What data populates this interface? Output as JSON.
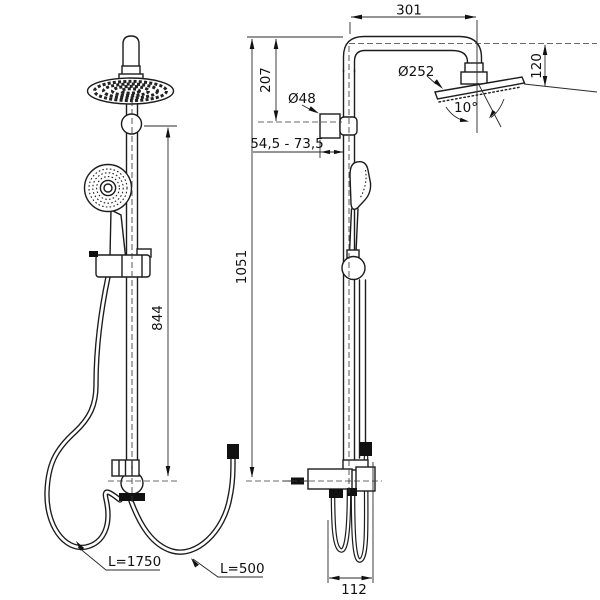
{
  "drawing": {
    "type": "shower-system-technical-drawing",
    "line_color": "#1c1c1c",
    "background": "#ffffff",
    "dimensions": {
      "arm_projection": "301",
      "head_drop": "120",
      "rain_head_diameter": "Ø252",
      "tilt_angle": "10°",
      "wall_bracket_diameter": "Ø48",
      "wall_distance_range": "54,5 - 73,5",
      "upper_section_height": "207",
      "total_height": "1051",
      "slide_rail_height": "844",
      "hand_shower_hose_length": "L=1750",
      "outlet_hose_length": "L=500",
      "bottom_width": "112"
    }
  }
}
